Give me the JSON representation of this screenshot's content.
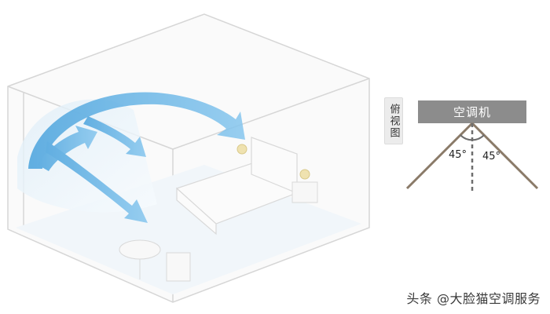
{
  "view_tag": "俯视图",
  "ac_label": "空调机",
  "angles": {
    "left": "45°",
    "right": "45°"
  },
  "watermark": "头条 @大脸猫空调服务",
  "colors": {
    "arrow": "#5aaee0",
    "room_line": "#d6d6d6",
    "diagram_line": "#8a7a68",
    "ac_box": "#8c8c8c"
  }
}
